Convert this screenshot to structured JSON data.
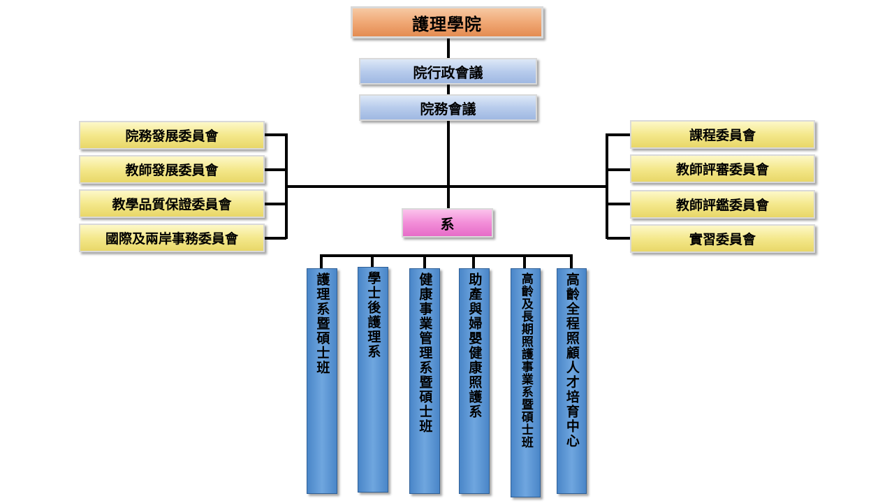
{
  "root": "護理學院",
  "councils": [
    "院行政會議",
    "院務會議"
  ],
  "left_committees": [
    "院務發展委員會",
    "教師發展委員會",
    "教學品質保證委員會",
    "國際及兩岸事務委員會"
  ],
  "right_committees": [
    "課程委員會",
    "教師評審委員會",
    "教師評鑑委員會",
    "實習委員會"
  ],
  "department_header": "系",
  "departments": [
    "護理系暨碩士班",
    "學士後護理系",
    "健康事業管理系暨碩士班",
    "助產與婦嬰健康照護系",
    "高齡及長期照護事業系暨碩士班",
    "高齡全程照顧人才培育中心"
  ]
}
